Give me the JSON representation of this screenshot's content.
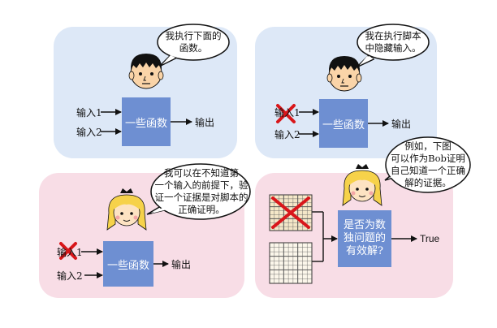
{
  "panels": {
    "p1": {
      "speech": [
        "我执行下面的",
        "函数。"
      ],
      "input1": "输入1",
      "input2": "输入2",
      "function": "一些函数",
      "output": "输出"
    },
    "p2": {
      "speech": [
        "我在执行脚本",
        "中隐藏输入。"
      ],
      "input1": "输入1",
      "input2": "输入2",
      "function": "一些函数",
      "output": "输出"
    },
    "p3": {
      "speech": [
        "我可以在不知道第",
        "一个输入的前提下，验",
        "证一个证据是对脚本的",
        "正确证明。"
      ],
      "input1": "输入1",
      "input2": "输入2",
      "function": "一些函数",
      "output": "输出"
    },
    "p4": {
      "speech": [
        "例如，下图",
        "可以作为Bob证明",
        "自己知道一个正确",
        "解的证据。"
      ],
      "question": [
        "是否为数",
        "独问题的",
        "有效解?"
      ],
      "output": "True"
    }
  },
  "colors": {
    "panel_blue": "#dde8f7",
    "panel_pink": "#f8dde6",
    "function_box": "#6e8fd2",
    "cross": "#d9161a"
  },
  "icons": [
    "boy-face-icon",
    "girl-face-icon",
    "cross-icon",
    "sudoku-grid-icon"
  ]
}
